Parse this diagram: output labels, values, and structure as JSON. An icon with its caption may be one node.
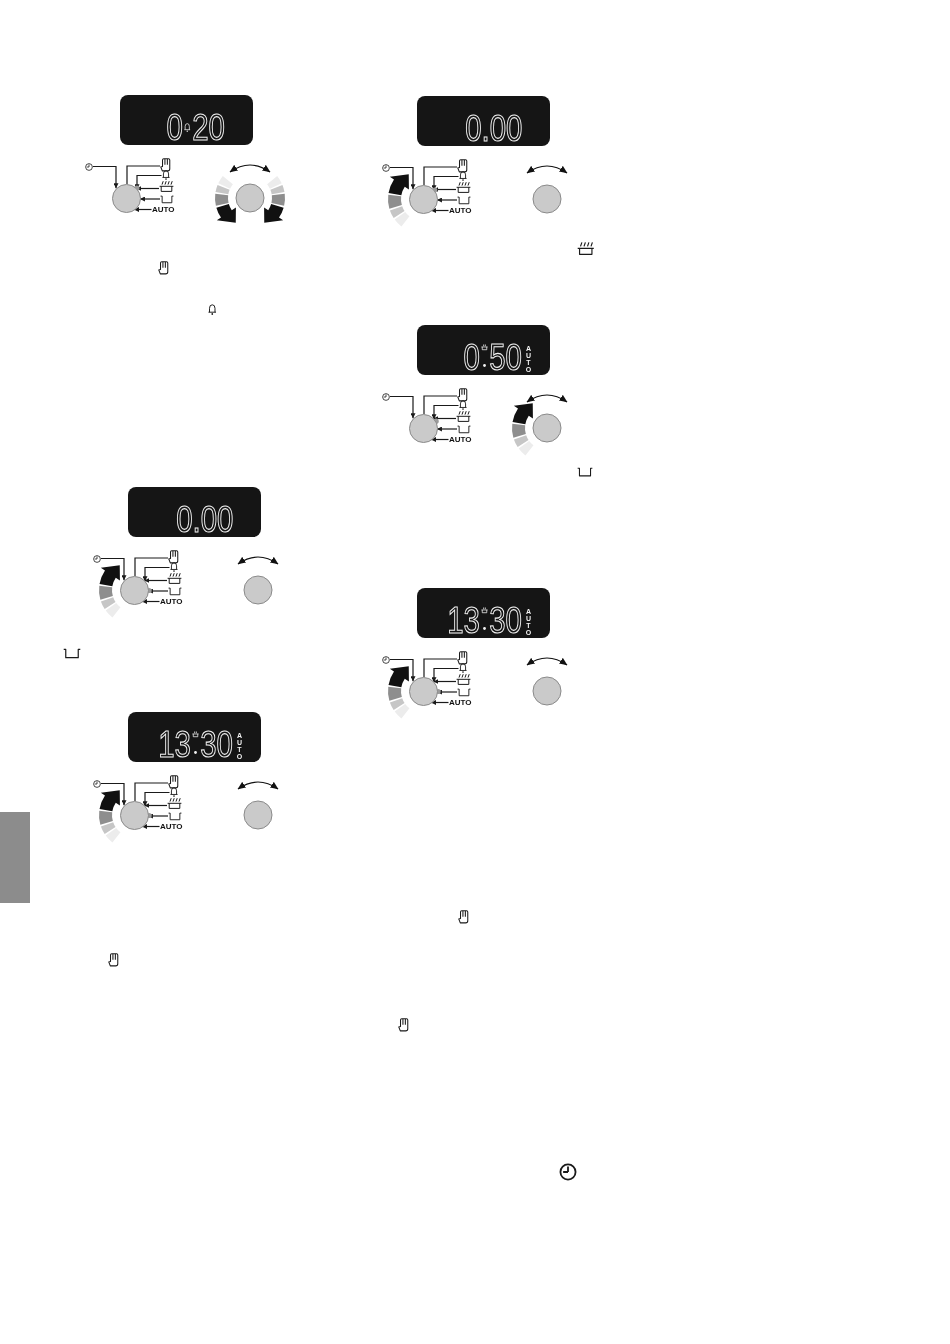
{
  "diagram": {
    "nodes": [
      {
        "text": [
          "0",
          "20"
        ]
      },
      {
        "text": [],
        "shape": "picture"
      },
      {
        "text": [],
        "shape": "picture"
      },
      {
        "text": [],
        "shape": "picture"
      },
      {
        "text": [],
        "shape": "picture"
      },
      {
        "text": [],
        "shape": "picture"
      },
      {
        "text": [
          "AUTO"
        ]
      },
      {
        "text": [],
        "shape": "circle"
      },
      {
        "text": [],
        "shape": "circle"
      },
      {
        "text": [],
        "shape": "arrow"
      },
      {
        "text": [],
        "shape": "arrow"
      },
      {
        "text": [
          "0.00"
        ]
      },
      {
        "text": [],
        "shape": "picture"
      },
      {
        "text": [],
        "shape": "picture"
      },
      {
        "text": [],
        "shape": "picture"
      },
      {
        "text": [],
        "shape": "picture"
      },
      {
        "text": [],
        "shape": "picture"
      },
      {
        "text": [
          "AUTO"
        ]
      },
      {
        "text": [],
        "shape": "circle"
      },
      {
        "text": [],
        "shape": "circle"
      },
      {
        "text": [],
        "shape": "arrow"
      },
      {
        "text": [
          "13",
          "30",
          "AUTO"
        ]
      },
      {
        "text": [],
        "shape": "picture"
      },
      {
        "text": [],
        "shape": "picture"
      },
      {
        "text": [],
        "shape": "picture"
      },
      {
        "text": [],
        "shape": "picture"
      },
      {
        "text": [],
        "shape": "picture"
      },
      {
        "text": [
          "AUTO"
        ]
      },
      {
        "text": [],
        "shape": "circle"
      },
      {
        "text": [],
        "shape": "circle"
      },
      {
        "text": [],
        "shape": "arrow"
      },
      {
        "text": [
          "0.00"
        ]
      },
      {
        "text": [],
        "shape": "picture"
      },
      {
        "text": [],
        "shape": "picture"
      },
      {
        "text": [],
        "shape": "picture"
      },
      {
        "text": [],
        "shape": "picture"
      },
      {
        "text": [],
        "shape": "picture"
      },
      {
        "text": [
          "AUTO"
        ]
      },
      {
        "text": [],
        "shape": "circle"
      },
      {
        "text": [],
        "shape": "circle"
      },
      {
        "text": [],
        "shape": "arrow"
      },
      {
        "text": [
          "0",
          "50",
          "AUTO"
        ]
      },
      {
        "text": [],
        "shape": "picture"
      },
      {
        "text": [],
        "shape": "picture"
      },
      {
        "text": [],
        "shape": "picture"
      },
      {
        "text": [],
        "shape": "picture"
      },
      {
        "text": [],
        "shape": "picture"
      },
      {
        "text": [
          "AUTO"
        ]
      },
      {
        "text": [],
        "shape": "circle"
      },
      {
        "text": [],
        "shape": "circle"
      },
      {
        "text": [],
        "shape": "arrow"
      },
      {
        "text": [
          "13",
          "30",
          "AUTO"
        ]
      },
      {
        "text": [],
        "shape": "picture"
      },
      {
        "text": [],
        "shape": "picture"
      },
      {
        "text": [],
        "shape": "picture"
      },
      {
        "text": [],
        "shape": "picture"
      },
      {
        "text": [],
        "shape": "picture"
      },
      {
        "text": [
          "AUTO"
        ]
      },
      {
        "text": [],
        "shape": "circle"
      },
      {
        "text": [],
        "shape": "circle"
      },
      {
        "text": [],
        "shape": "arrow"
      }
    ],
    "edges": [
      {
        "from": 1,
        "to": 7,
        "arrow": "to"
      },
      {
        "from": 2,
        "to": 7,
        "arrow": "none"
      },
      {
        "from": 3,
        "to": 7,
        "arrow": "to"
      },
      {
        "from": 4,
        "to": 7,
        "arrow": "to"
      },
      {
        "from": 5,
        "to": 7,
        "arrow": "to"
      },
      {
        "from": 6,
        "to": 7,
        "arrow": "to"
      },
      {
        "from": 12,
        "to": 18,
        "arrow": "to"
      },
      {
        "from": 13,
        "to": 18,
        "arrow": "none"
      },
      {
        "from": 14,
        "to": 18,
        "arrow": "to"
      },
      {
        "from": 15,
        "to": 18,
        "arrow": "to"
      },
      {
        "from": 16,
        "to": 18,
        "arrow": "to"
      },
      {
        "from": 17,
        "to": 18,
        "arrow": "to"
      },
      {
        "from": 22,
        "to": 28,
        "arrow": "to"
      },
      {
        "from": 23,
        "to": 28,
        "arrow": "none"
      },
      {
        "from": 24,
        "to": 28,
        "arrow": "to"
      },
      {
        "from": 25,
        "to": 28,
        "arrow": "to"
      },
      {
        "from": 26,
        "to": 28,
        "arrow": "to"
      },
      {
        "from": 27,
        "to": 28,
        "arrow": "to"
      },
      {
        "from": 32,
        "to": 38,
        "arrow": "to"
      },
      {
        "from": 33,
        "to": 38,
        "arrow": "none"
      },
      {
        "from": 34,
        "to": 38,
        "arrow": "to"
      },
      {
        "from": 35,
        "to": 38,
        "arrow": "to"
      },
      {
        "from": 36,
        "to": 38,
        "arrow": "to"
      },
      {
        "from": 37,
        "to": 38,
        "arrow": "to"
      },
      {
        "from": 42,
        "to": 48,
        "arrow": "to"
      },
      {
        "from": 43,
        "to": 48,
        "arrow": "none"
      },
      {
        "from": 44,
        "to": 48,
        "arrow": "to"
      },
      {
        "from": 45,
        "to": 48,
        "arrow": "to"
      },
      {
        "from": 46,
        "to": 48,
        "arrow": "to"
      },
      {
        "from": 47,
        "to": 48,
        "arrow": "to"
      },
      {
        "from": 52,
        "to": 58,
        "arrow": "to"
      },
      {
        "from": 53,
        "to": 58,
        "arrow": "none"
      },
      {
        "from": 54,
        "to": 58,
        "arrow": "to"
      },
      {
        "from": 55,
        "to": 58,
        "arrow": "to"
      },
      {
        "from": 56,
        "to": 58,
        "arrow": "to"
      },
      {
        "from": 57,
        "to": 58,
        "arrow": "to"
      }
    ]
  }
}
